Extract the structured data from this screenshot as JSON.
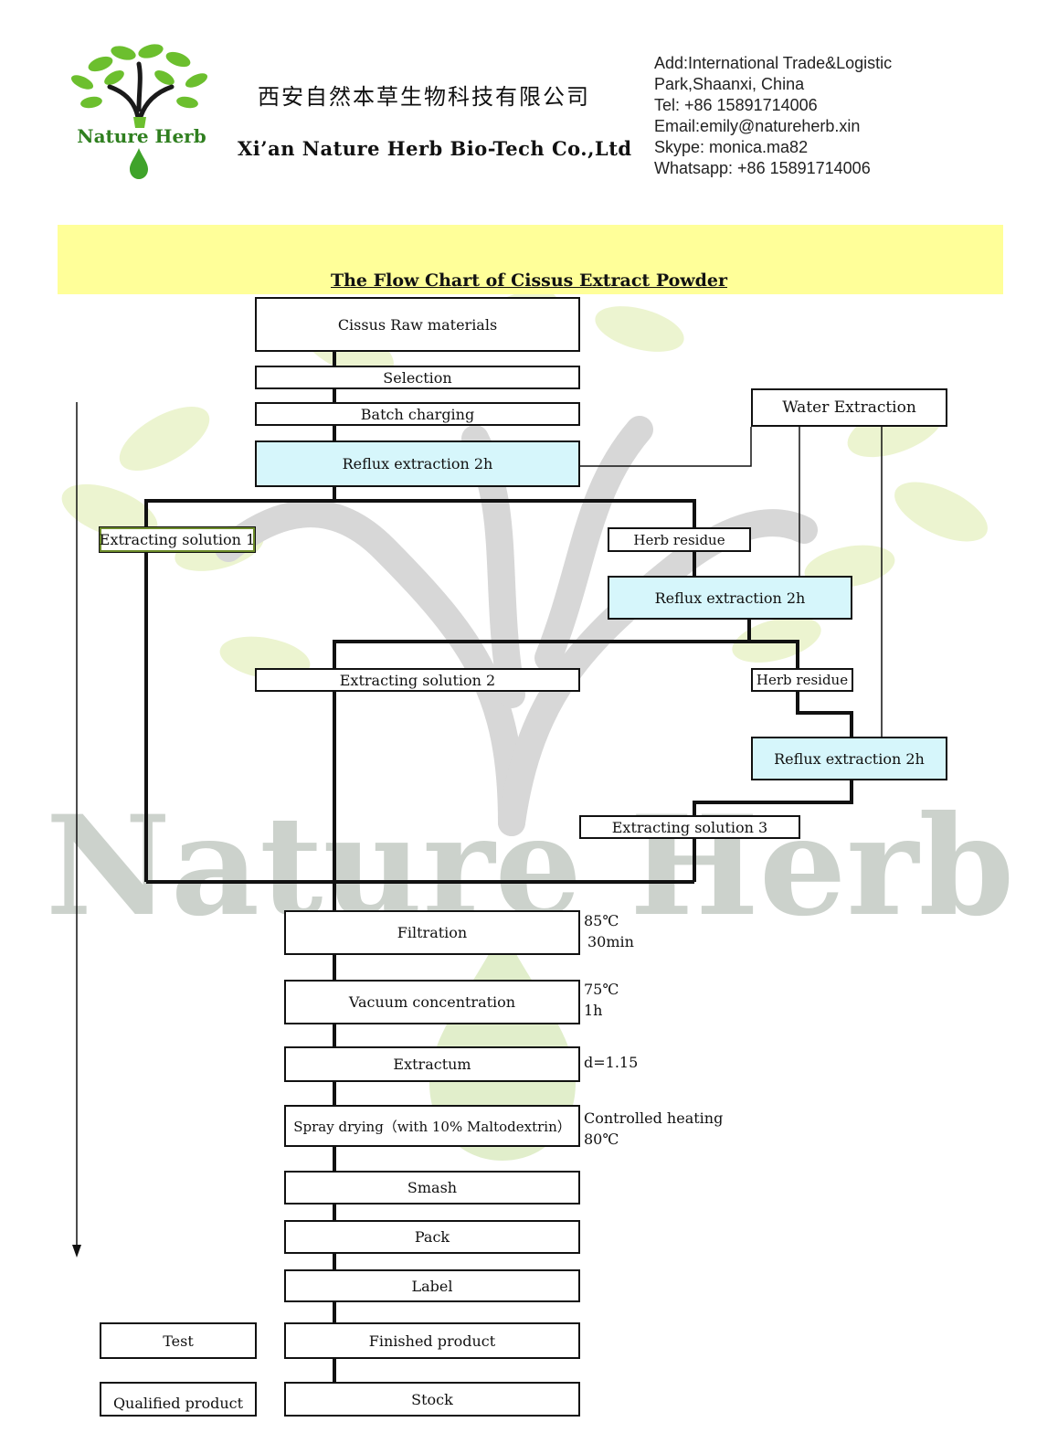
{
  "header": {
    "logo_text": "Nature Herb",
    "company_cn": "西安自然本草生物科技有限公司",
    "company_en": "Xi’an Nature Herb Bio-Tech Co.,Ltd",
    "contact": [
      "Add:International Trade&Logistic",
      "Park,Shaanxi, China",
      "Tel: +86 15891714006",
      "Email:emily@natureherb.xin",
      "Skype: monica.ma82",
      "Whatsapp: +86 15891714006"
    ]
  },
  "watermark_text": "Nature Herb",
  "title": "The Flow Chart of Cissus Extract Powder",
  "colors": {
    "title_band": "#ffff99",
    "box_highlight": "#d6f6fb",
    "logo_green": "#6cbf2e"
  },
  "steps": {
    "raw_materials": "Cissus Raw materials",
    "selection": "Selection",
    "batch_charging": "Batch charging",
    "reflux_1": "Reflux extraction 2h",
    "water_extraction": "Water Extraction",
    "extracting_solution_1": "Extracting solution 1",
    "herb_residue_1": "Herb residue",
    "reflux_2": "Reflux extraction 2h",
    "extracting_solution_2": "Extracting solution 2",
    "herb_residue_2": "Herb residue",
    "reflux_3": "Reflux extraction 2h",
    "extracting_solution_3": "Extracting solution 3",
    "filtration": "Filtration",
    "vacuum_concentration": "Vacuum concentration",
    "extractum": "Extractum",
    "spray_drying": "Spray drying（with 10% Maltodextrin）",
    "smash": "Smash",
    "pack": "Pack",
    "label": "Label",
    "finished_product": "Finished product",
    "stock": "Stock",
    "test": "Test",
    "qualified_product": "Qualified product"
  },
  "notes": {
    "filtration_temp": "85℃",
    "filtration_time": "30min",
    "vacuum_temp": "75℃",
    "vacuum_time": "1h",
    "extractum_density": "d=1.15",
    "spray_heating": "Controlled heating",
    "spray_temp": "80℃"
  }
}
